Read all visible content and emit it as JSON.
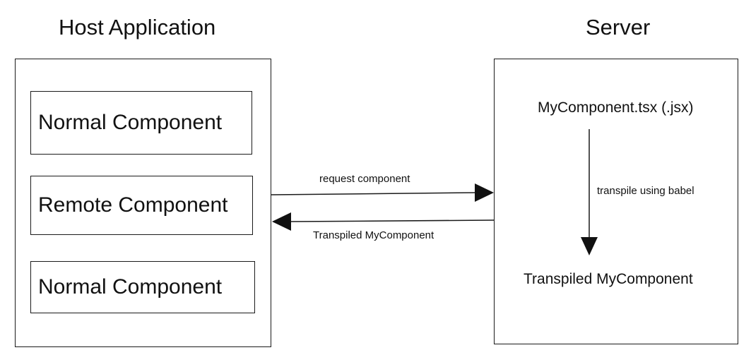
{
  "host": {
    "title": "Host Application",
    "components": [
      {
        "label": "Normal Component"
      },
      {
        "label": "Remote Component"
      },
      {
        "label": "Normal Component"
      }
    ]
  },
  "server": {
    "title": "Server",
    "source_file": "MyComponent.tsx (.jsx)",
    "transpile_label": "transpile using babel",
    "output": "Transpiled MyComponent"
  },
  "edges": {
    "request": "request component",
    "response": "Transpiled MyComponent"
  }
}
